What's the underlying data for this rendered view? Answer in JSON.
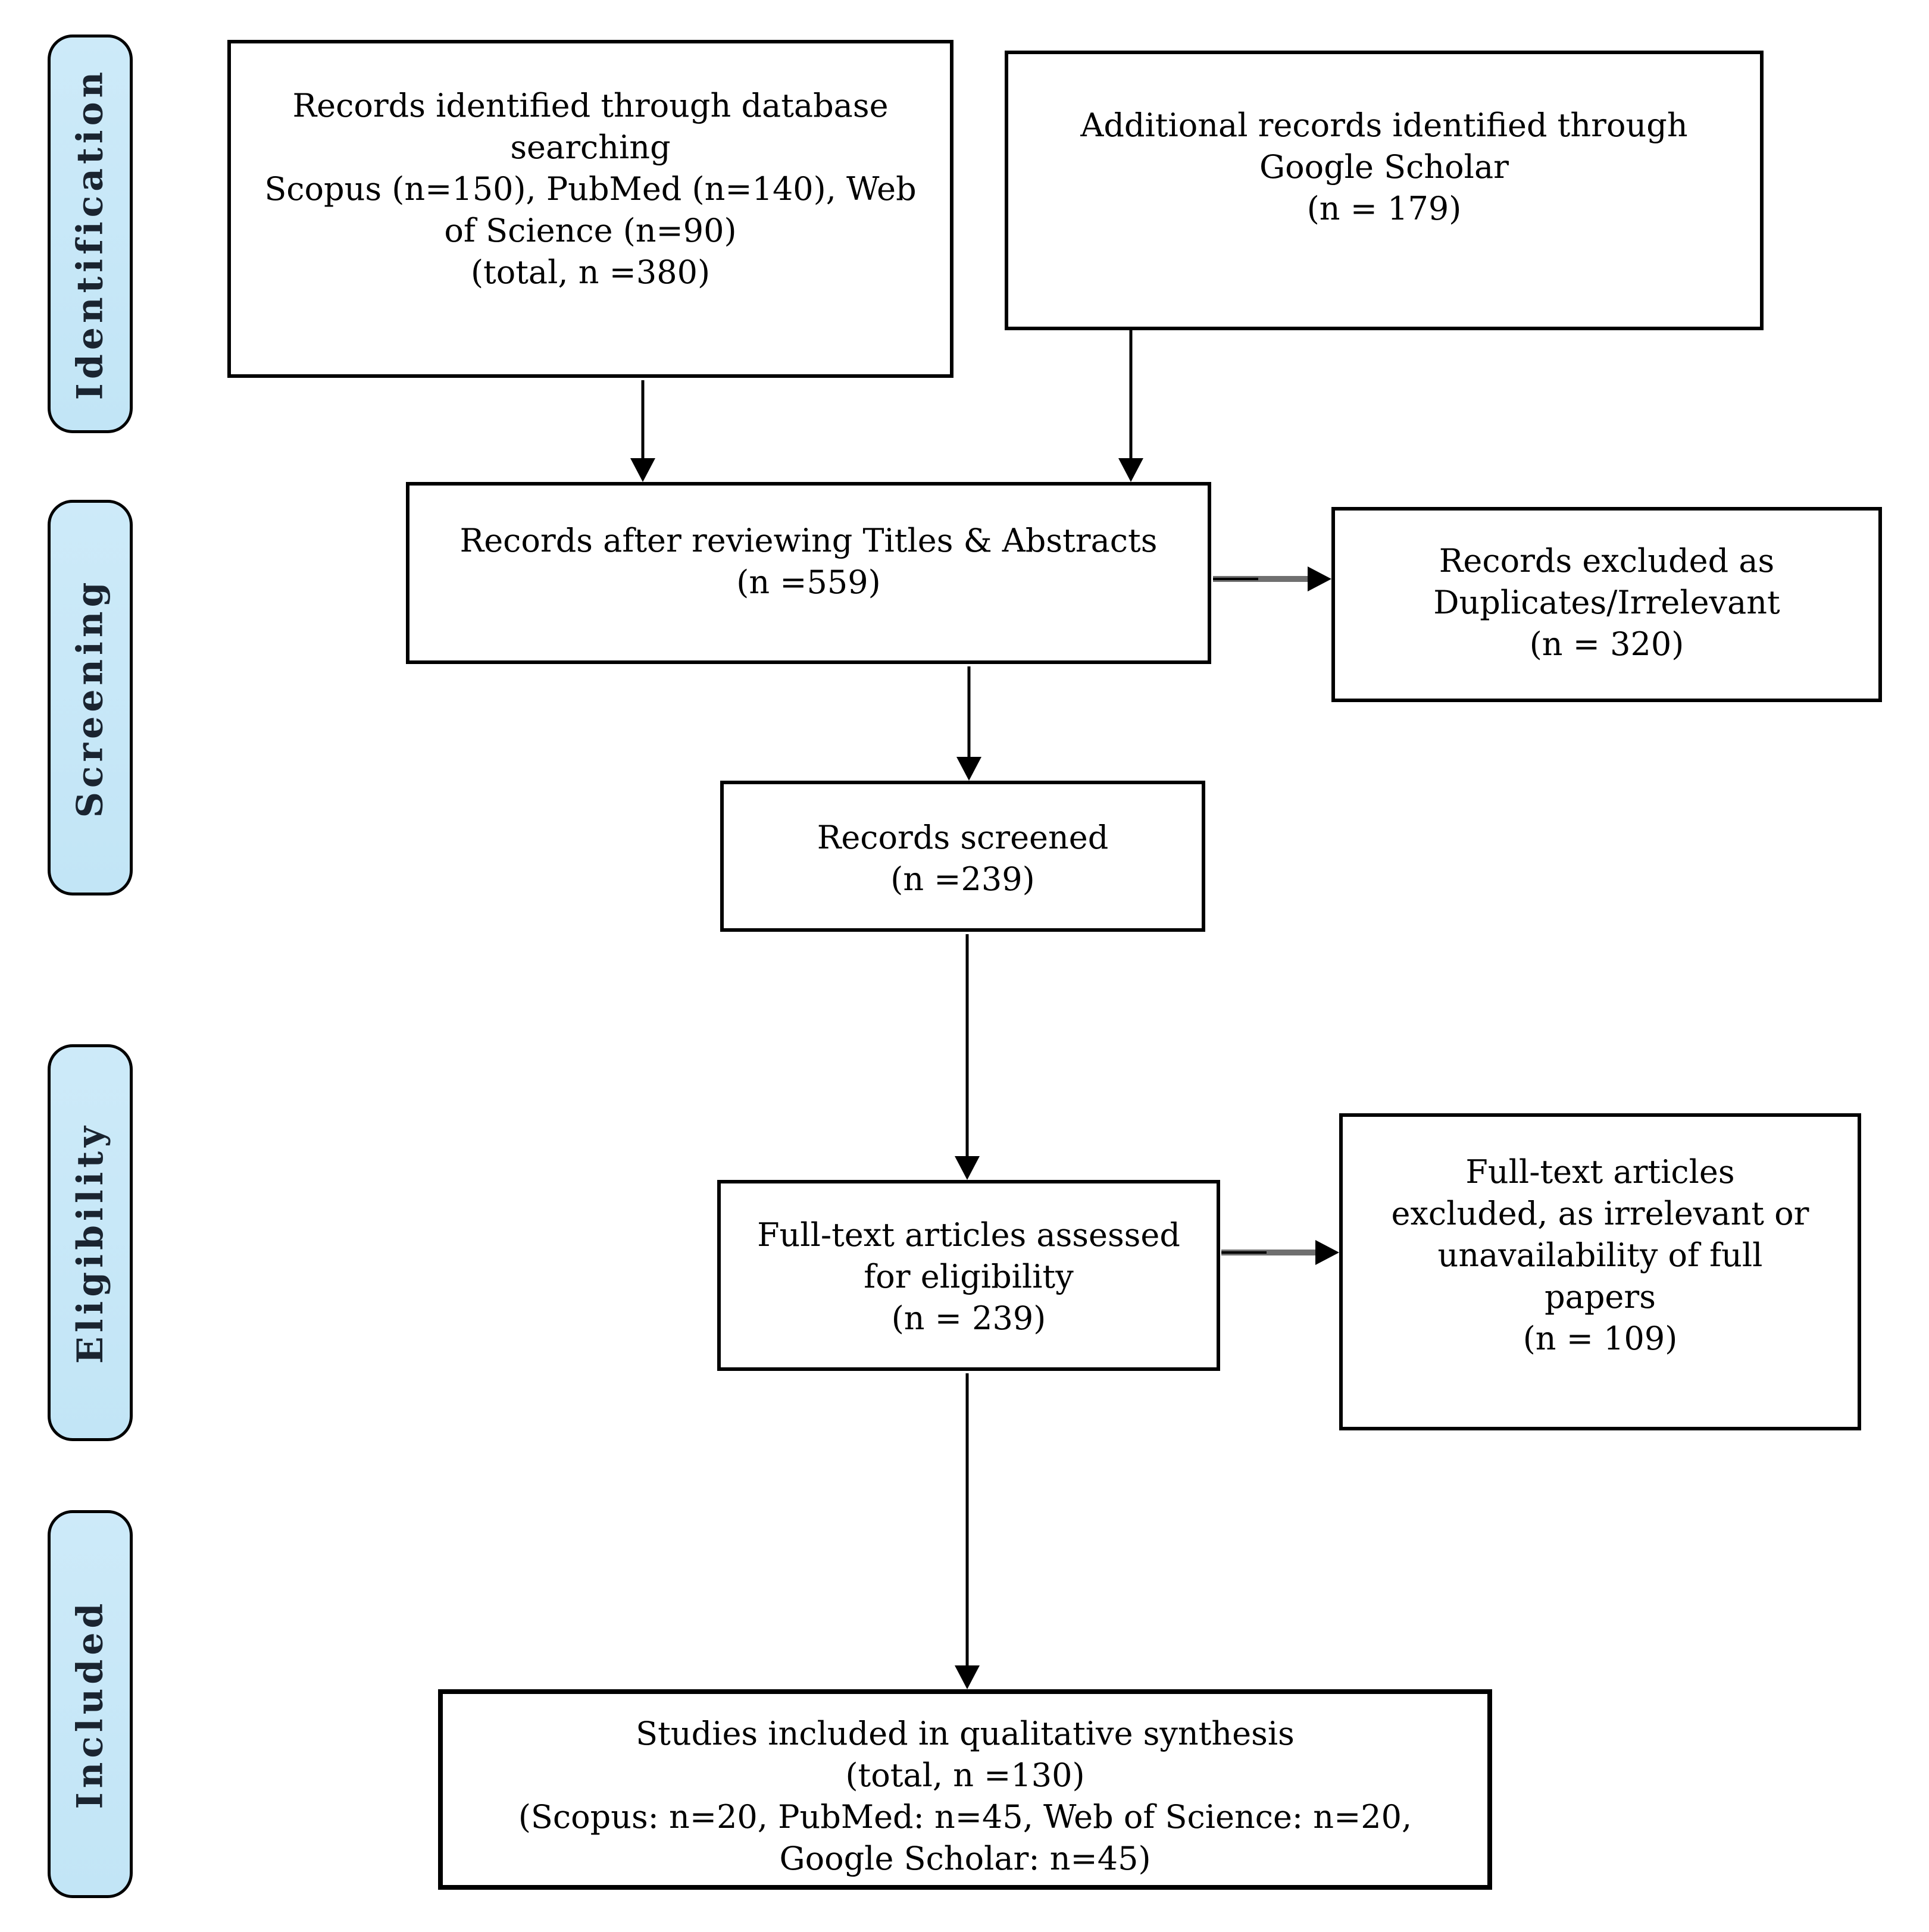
{
  "stages": [
    {
      "label": "Identification"
    },
    {
      "label": "Screening"
    },
    {
      "label": "Eligibility"
    },
    {
      "label": "Included"
    }
  ],
  "boxes": {
    "database": {
      "lines": [
        "Records identified through database",
        "searching",
        "Scopus (n=150), PubMed (n=140), Web",
        "of Science (n=90)",
        "(total, n =380)"
      ]
    },
    "google": {
      "lines": [
        "Additional records identified through",
        "Google Scholar",
        "(n = 179)"
      ]
    },
    "titles_abstracts": {
      "lines": [
        "Records after reviewing Titles & Abstracts",
        "(n =559)"
      ]
    },
    "excluded_duplicates": {
      "lines": [
        "Records excluded as",
        "Duplicates/Irrelevant",
        "(n = 320)"
      ]
    },
    "screened": {
      "lines": [
        "Records screened",
        "(n =239)"
      ]
    },
    "fulltext": {
      "lines": [
        "Full-text articles assessed",
        "for eligibility",
        "(n = 239)"
      ]
    },
    "excluded_fulltext": {
      "lines": [
        "Full-text articles",
        "excluded, as irrelevant or",
        "unavailability of full",
        "papers",
        "(n = 109)"
      ]
    },
    "included_synthesis": {
      "lines": [
        "Studies included in qualitative synthesis",
        "(total, n =130)",
        "(Scopus: n=20, PubMed: n=45, Web of Science: n=20,",
        "Google Scholar: n=45)"
      ]
    }
  },
  "colors": {
    "stage_fill_top": "#CDEAF9",
    "stage_fill_bottom": "#C2E5F6",
    "stage_text": "#1A2430",
    "border": "#000000",
    "box_background": "#FFFFFF",
    "text": "#000000",
    "arrow_gray_shaft": "#6F6F6F"
  }
}
